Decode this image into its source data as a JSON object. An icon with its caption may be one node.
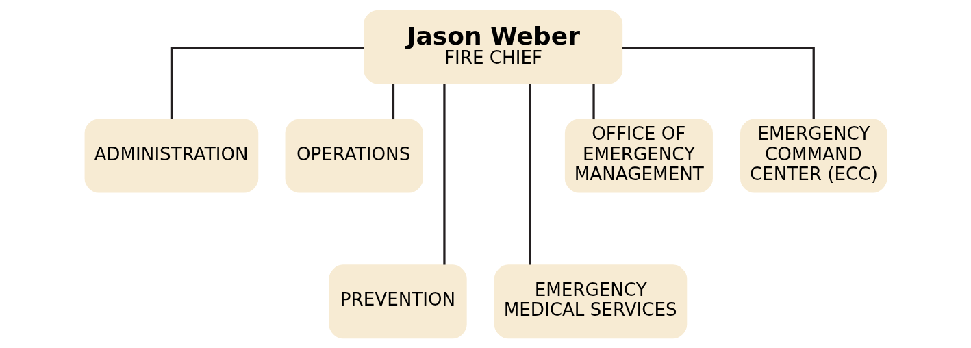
{
  "diagram": {
    "nodes": [
      {
        "text": [
          "Jason Weber",
          "FIRE CHIEF"
        ]
      },
      {
        "text": [
          "ADMINISTRATION"
        ]
      },
      {
        "text": [
          "OPERATIONS"
        ]
      },
      {
        "text": [
          "PREVENTION"
        ]
      },
      {
        "text": [
          "EMERGENCY MEDICAL SERVICES"
        ]
      },
      {
        "text": [
          "OFFICE OF EMERGENCY MANAGEMENT"
        ]
      },
      {
        "text": [
          "EMERGENCY COMMAND CENTER (ECC)"
        ]
      }
    ],
    "edges": [
      {
        "from": 0,
        "to": 1,
        "arrow": "none"
      },
      {
        "from": 0,
        "to": 2,
        "arrow": "none"
      },
      {
        "from": 0,
        "to": 3,
        "arrow": "none"
      },
      {
        "from": 0,
        "to": 4,
        "arrow": "none"
      },
      {
        "from": 0,
        "to": 5,
        "arrow": "none"
      },
      {
        "from": 0,
        "to": 6,
        "arrow": "none"
      }
    ]
  }
}
